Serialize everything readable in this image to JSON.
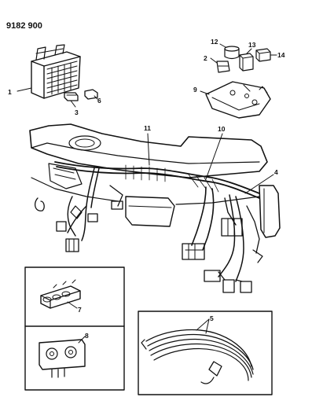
{
  "diagram": {
    "part_number": "9182 900",
    "callouts": [
      "1",
      "2",
      "3",
      "4",
      "5",
      "6",
      "7",
      "8",
      "9",
      "10",
      "11",
      "12",
      "13",
      "14"
    ]
  }
}
